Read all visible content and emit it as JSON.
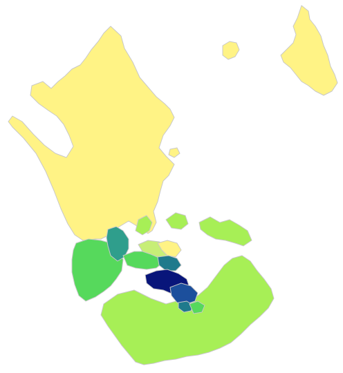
{
  "map": {
    "palette": {
      "yellow": "#fff385",
      "yellow_green": "#c7ee77",
      "light_green": "#a7ef56",
      "green": "#56d95c",
      "teal": "#2f9e8c",
      "dark_teal": "#1f7a8c",
      "blue": "#1c4f9c",
      "navy": "#08157a",
      "border": "#c8c8c8",
      "background": "#ffffff"
    },
    "regions": [
      {
        "id": "northern-region",
        "color": "yellow"
      },
      {
        "id": "great-barrier-island",
        "color": "yellow"
      },
      {
        "id": "little-barrier-island",
        "color": "yellow"
      },
      {
        "id": "kawau-island",
        "color": "yellow"
      },
      {
        "id": "hibiscus-coast",
        "color": "light_green"
      },
      {
        "id": "waiheke-island",
        "color": "light_green"
      },
      {
        "id": "small-hauraki-island",
        "color": "light_green"
      },
      {
        "id": "southern-region",
        "color": "light_green"
      },
      {
        "id": "western-region",
        "color": "green"
      },
      {
        "id": "upper-harbour",
        "color": "teal"
      },
      {
        "id": "north-shore-west",
        "color": "green"
      },
      {
        "id": "north-shore-east",
        "color": "yellow_green"
      },
      {
        "id": "devonport",
        "color": "yellow"
      },
      {
        "id": "harbour-south",
        "color": "dark_teal"
      },
      {
        "id": "central-isthmus",
        "color": "navy"
      },
      {
        "id": "eastern-suburbs",
        "color": "blue"
      },
      {
        "id": "east-tamaki",
        "color": "dark_teal"
      },
      {
        "id": "manukau-east",
        "color": "green"
      }
    ]
  }
}
